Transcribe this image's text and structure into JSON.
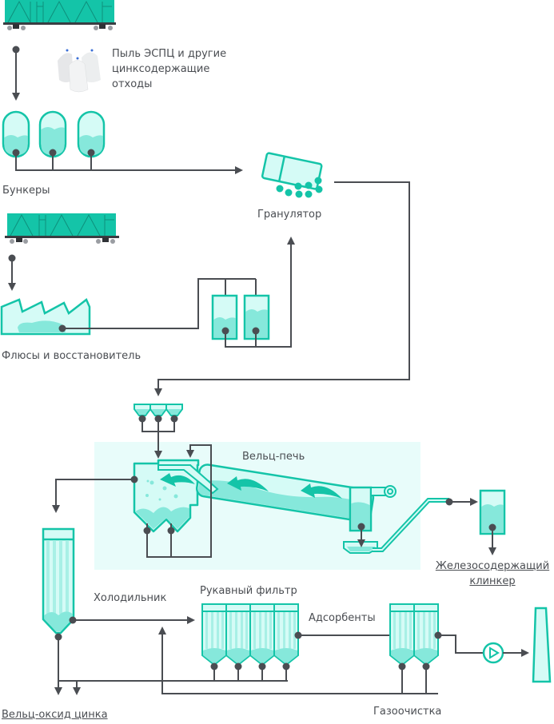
{
  "labels": {
    "dust": [
      "Пыль ЭСПЦ и другие",
      "цинксодержащие",
      "отходы"
    ],
    "bunkers": "Бункеры",
    "granulator": "Гранулятор",
    "fluxes": "Флюсы и восстановитель",
    "kiln": "Вельц-печь",
    "iron_clinker": [
      "Железосодержащий",
      "клинкер"
    ],
    "cooler": "Холодильник",
    "bag_filter": "Рукавный фильтр",
    "adsorbents": "Адсорбенты",
    "zinc_oxide": "Вельц-оксид цинка",
    "gas_cleaning": "Газоочистка"
  },
  "colors": {
    "teal": "#14c4a8",
    "teal_light": "#d5fbf6",
    "teal_mid": "#86e8db",
    "kiln_bg": "#e8fcfa",
    "line": "#4a4d52"
  },
  "icons": [
    "railcar-icon",
    "big-bags-icon",
    "bunker-icon",
    "granulator-icon",
    "warehouse-icon",
    "dosing-bin-icon",
    "kiln-icon",
    "cooler-icon",
    "bag-filter-icon",
    "fan-icon",
    "chimney-icon"
  ]
}
